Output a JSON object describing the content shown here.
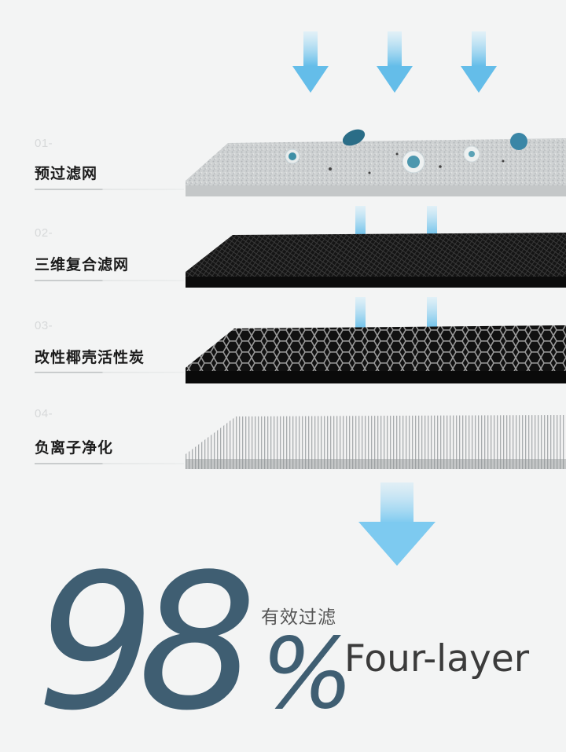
{
  "layers": [
    {
      "num": "01-",
      "name": "预过滤网"
    },
    {
      "num": "02-",
      "name": "三维复合滤网"
    },
    {
      "num": "03-",
      "name": "改性椰壳活性炭"
    },
    {
      "num": "04-",
      "name": "负离子净化"
    }
  ],
  "efficiency": {
    "big_digits": "98",
    "percent": "%",
    "caption": "有效过滤",
    "english": "Four-layer"
  },
  "colors": {
    "accent_blue": "#7cc8ee",
    "number_slate": "#3f5e72",
    "english_gray": "#3b3b3b"
  }
}
